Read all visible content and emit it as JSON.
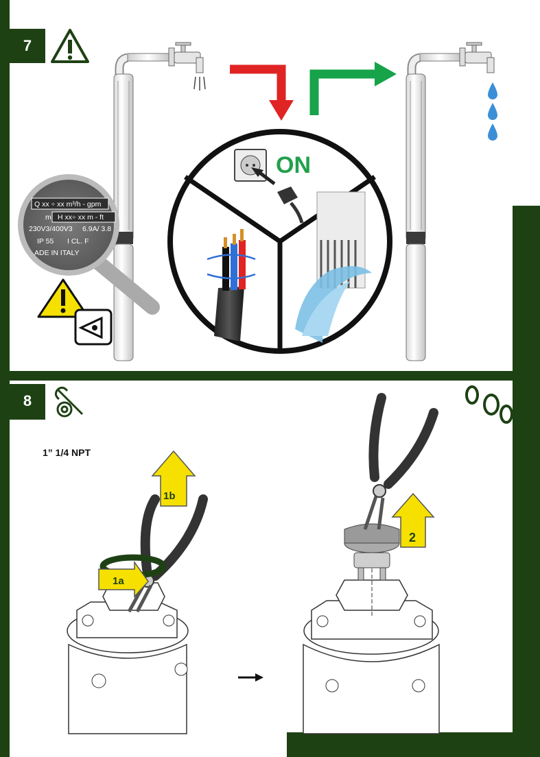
{
  "section7": {
    "step_number": "7",
    "on_label": "ON",
    "nameplate": {
      "line1": "Q xx ÷ xx m³/h - gpm",
      "line2_left": "m",
      "line2_right": "H xx÷ xx m - ft",
      "line3_left": "230V3/400V3",
      "line3_right": "6.9A/ 3.8",
      "line4_left": "IP 55",
      "line4_right": "I CL. F",
      "line5": "ADE IN ITALY"
    }
  },
  "section8": {
    "step_number": "8",
    "thread_label": "1” 1/4  NPT",
    "arrow_1a": "1a",
    "arrow_1b": "1b",
    "arrow_2": "2"
  },
  "colors": {
    "dark_green": "#1e4114",
    "red_arrow": "#e02424",
    "green_arrow": "#16a34a",
    "on_text": "#22a04b",
    "warning_yellow": "#f5e000",
    "water_blue": "#3b8fd6"
  }
}
